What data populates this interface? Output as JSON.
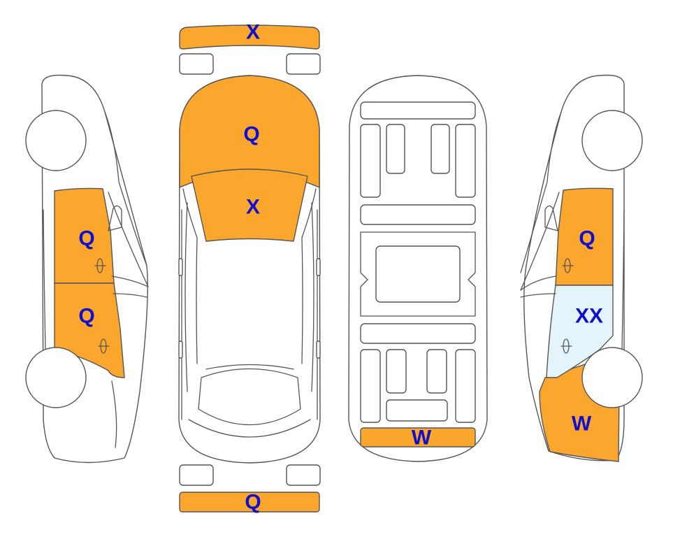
{
  "colors": {
    "damage_orange": "#FBA72E",
    "damage_light_blue": "#E3F5FB",
    "label_blue": "#1010CC",
    "outline": "#555555"
  },
  "labels": {
    "front_bumper": "X",
    "hood": "Q",
    "windshield": "X",
    "left_front_door": "Q",
    "left_rear_door": "Q",
    "right_front_door": "Q",
    "right_rear_door": "XX",
    "right_rear_quarter": "W",
    "underbody_rear": "W",
    "rear_bumper": "Q"
  }
}
